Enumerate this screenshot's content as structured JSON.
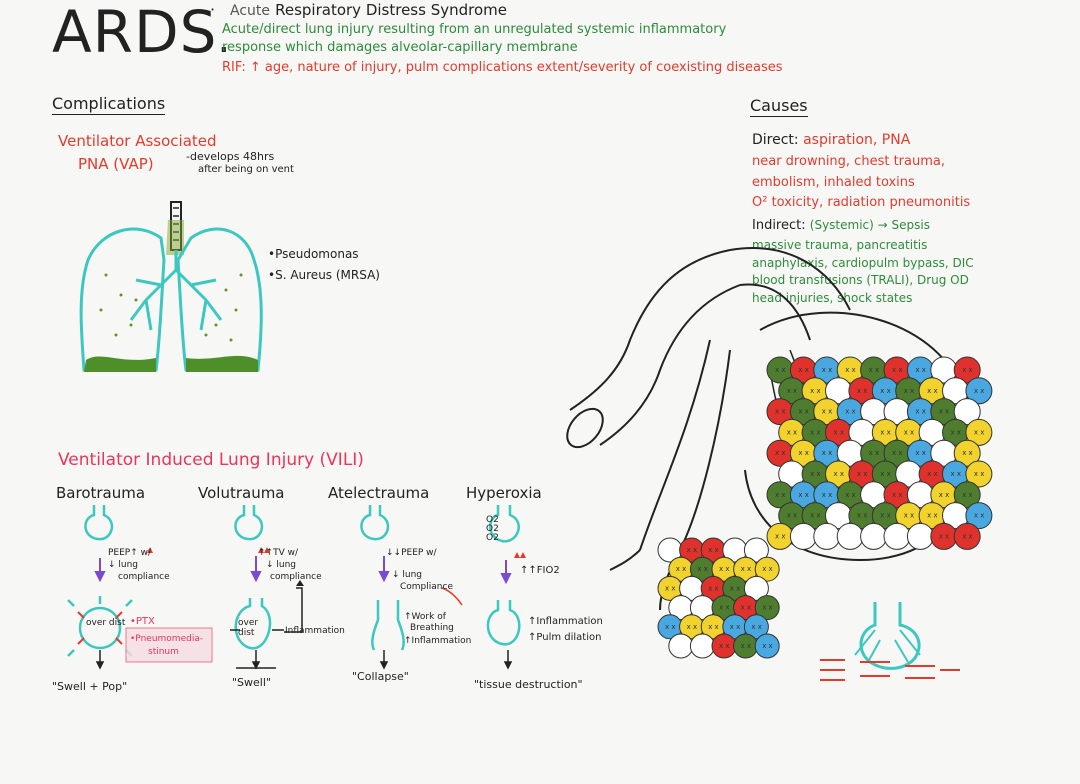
{
  "header": {
    "abbr": "ARDS",
    "bullet": "·",
    "acute_word": "Acute",
    "full_name": "Respiratory Distress Syndrome",
    "definition_1": "Acute/direct lung injury resulting from an unregulated systemic inflammatory",
    "definition_2": "response which damages alveolar-capillary membrane",
    "risk_factors": "RIF: ↑ age, nature of injury, pulm complications extent/severity of coexisting diseases"
  },
  "complications": {
    "heading": "Complications",
    "vap_title": "Ventilator Associated",
    "vap_abbr": "PNA (VAP)",
    "vap_note_1": "-develops 48hrs",
    "vap_note_2": "after being on vent",
    "organisms": [
      "•Pseudomonas",
      "•S. Aureus (MRSA)"
    ]
  },
  "causes": {
    "heading": "Causes",
    "direct_label": "Direct:",
    "direct_lines": [
      "aspiration, PNA",
      "near drowning, chest trauma,",
      "embolism, inhaled toxins",
      "O² toxicity, radiation pneumonitis"
    ],
    "indirect_label": "Indirect:",
    "indirect_systemic": "(Systemic) → Sepsis",
    "indirect_lines": [
      "massive trauma, pancreatitis",
      "anaphylaxis, cardiopulm bypass, DIC",
      "blood transfusions (TRALI), Drug OD",
      "head injuries, shock states"
    ]
  },
  "vili": {
    "heading": "Ventilator Induced Lung Injury (VILI)",
    "types": [
      {
        "name": "Barotrauma",
        "note_1": "PEEP↑ w/",
        "note_2": "↓ lung",
        "note_3": "compliance",
        "alveolus_label": "over dist",
        "effect_1": "•PTX",
        "effect_2": "•Pneumomedia-",
        "effect_3": "stinum",
        "summary": "\"Swell + Pop\""
      },
      {
        "name": "Volutrauma",
        "note_1": "↑↑TV w/",
        "note_2": "↓ lung",
        "note_3": "compliance",
        "alveolus_label": "over dist",
        "effect_1": "Inflammation",
        "summary": "\"Swell\""
      },
      {
        "name": "Atelectrauma",
        "note_1": "↓↓PEEP w/",
        "note_2": "↓ lung",
        "note_3": "Compliance",
        "effect_1": "↑Work of",
        "effect_2": "Breathing",
        "effect_3": "↑Inflammation",
        "summary": "\"Collapse\""
      },
      {
        "name": "Hyperoxia",
        "note_1": "↑↑FIO2",
        "alveolus_label": "O2 O2 O2",
        "effect_1": "↑Inflammation",
        "effect_2": "↑Pulm dilation",
        "summary": "\"tissue destruction\""
      }
    ]
  },
  "colors": {
    "green": "#2e8b3c",
    "red": "#e23b2e",
    "pink": "#e8355a",
    "teal": "#3cc8c0",
    "alveolus_blue": "#4aa8e0",
    "alveolus_yellow": "#f2d22c",
    "alveolus_green": "#4f7d2f",
    "alveolus_red": "#e0322c"
  }
}
